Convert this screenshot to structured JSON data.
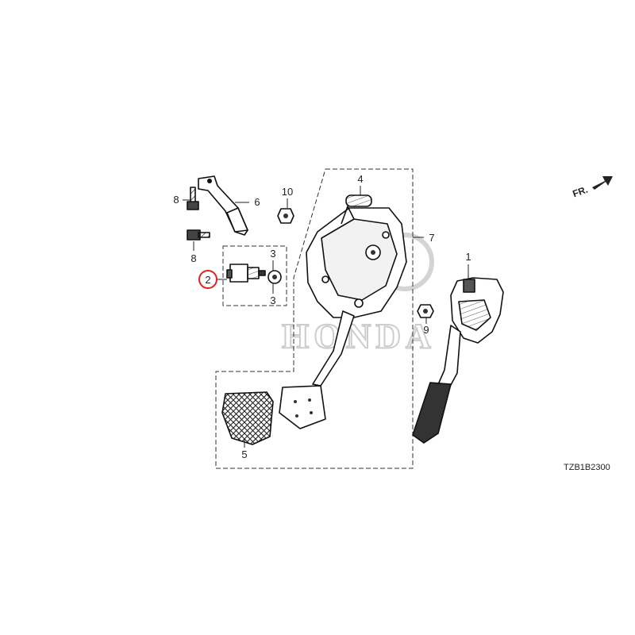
{
  "diagram": {
    "callouts": {
      "p1": "1",
      "p2": "2",
      "p3a": "3",
      "p3b": "3",
      "p4": "4",
      "p5": "5",
      "p6": "6",
      "p7": "7",
      "p8a": "8",
      "p8b": "8",
      "p9": "9",
      "p10": "10"
    },
    "highlighted_callout": "2",
    "highlight_color": "#e0201b",
    "direction_label": "FR.",
    "diagram_code": "TZB1B2300",
    "watermark": "HONDA"
  }
}
